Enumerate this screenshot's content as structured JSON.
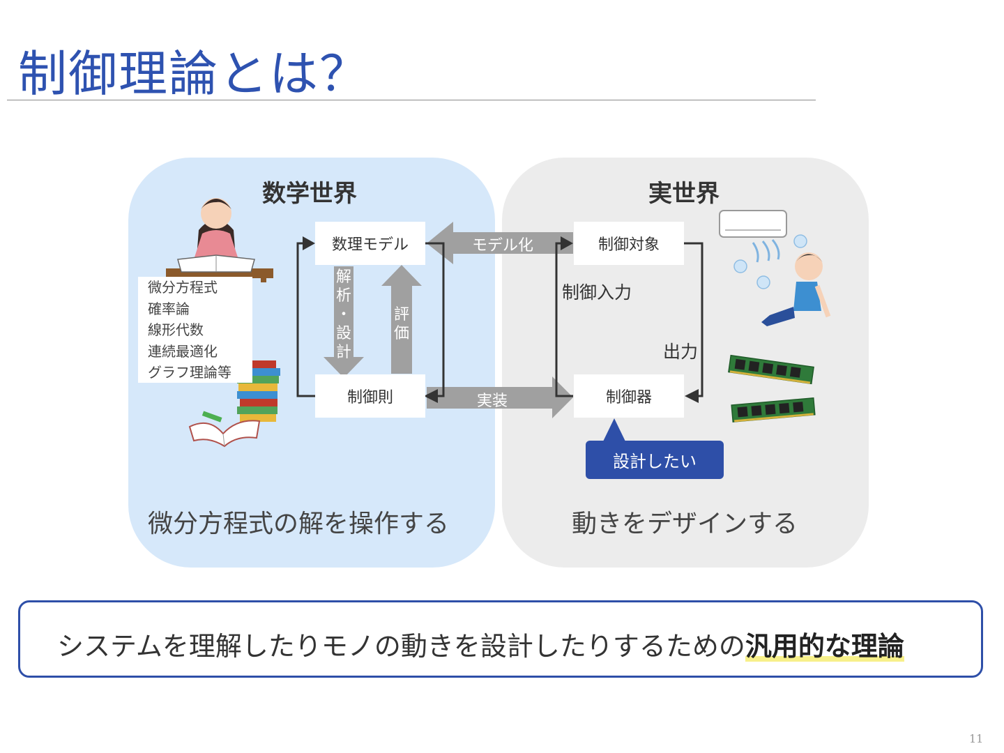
{
  "slide": {
    "title": "制御理論とは？",
    "page_number": "11"
  },
  "math_world": {
    "title": "数学世界",
    "subjects": [
      "微分方程式",
      "確率論",
      "線形代数",
      "連続最適化",
      "グラフ理論等"
    ],
    "caption": "微分方程式の解を操作する"
  },
  "real_world": {
    "title": "実世界",
    "caption": "動きをデザインする"
  },
  "diagram": {
    "math_model": "数理モデル",
    "control_law": "制御則",
    "plant": "制御対象",
    "controller": "制御器",
    "modeling": "モデル化",
    "implementation": "実装",
    "analysis_design": [
      "解",
      "析",
      "・",
      "設",
      "計"
    ],
    "evaluation": [
      "評",
      "価"
    ],
    "control_input": "制御入力",
    "output": "出力",
    "callout": "設計したい"
  },
  "summary": {
    "text": "システムを理解したりモノの動きを設計したりするための",
    "highlight": "汎用的な理論"
  },
  "colors": {
    "accent": "#2e52b0",
    "math_panel": "#d6e8fa",
    "real_panel": "#ececec",
    "arrow_gray": "#a0a0a0",
    "highlight": "#f7f08a"
  }
}
